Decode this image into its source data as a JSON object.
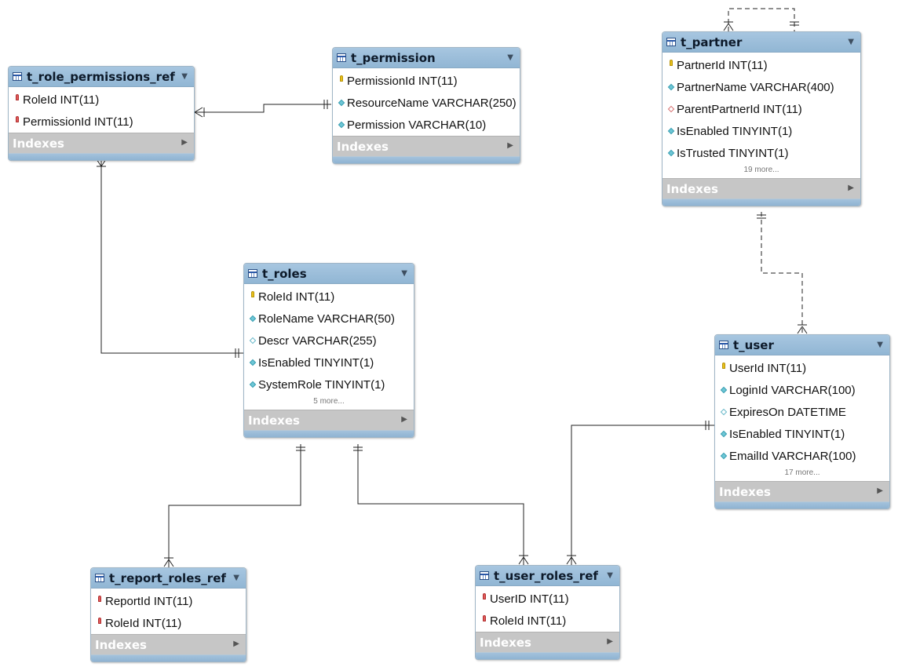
{
  "tables": {
    "t_role_permissions_ref": {
      "name": "t_role_permissions_ref",
      "columns": [
        "RoleId INT(11)",
        "PermissionId INT(11)"
      ],
      "indexes_label": "Indexes"
    },
    "t_permission": {
      "name": "t_permission",
      "columns": [
        "PermissionId INT(11)",
        "ResourceName VARCHAR(250)",
        "Permission VARCHAR(10)"
      ],
      "indexes_label": "Indexes"
    },
    "t_partner": {
      "name": "t_partner",
      "columns": [
        "PartnerId INT(11)",
        "PartnerName VARCHAR(400)",
        "ParentPartnerId INT(11)",
        "IsEnabled TINYINT(1)",
        "IsTrusted TINYINT(1)"
      ],
      "more": "19 more...",
      "indexes_label": "Indexes"
    },
    "t_roles": {
      "name": "t_roles",
      "columns": [
        "RoleId INT(11)",
        "RoleName VARCHAR(50)",
        "Descr VARCHAR(255)",
        "IsEnabled TINYINT(1)",
        "SystemRole TINYINT(1)"
      ],
      "more": "5 more...",
      "indexes_label": "Indexes"
    },
    "t_user": {
      "name": "t_user",
      "columns": [
        "UserId INT(11)",
        "LoginId VARCHAR(100)",
        "ExpiresOn DATETIME",
        "IsEnabled TINYINT(1)",
        "EmailId VARCHAR(100)"
      ],
      "more": "17 more...",
      "indexes_label": "Indexes"
    },
    "t_report_roles_ref": {
      "name": "t_report_roles_ref",
      "columns": [
        "ReportId INT(11)",
        "RoleId INT(11)"
      ],
      "indexes_label": "Indexes"
    },
    "t_user_roles_ref": {
      "name": "t_user_roles_ref",
      "columns": [
        "UserID INT(11)",
        "RoleId INT(11)"
      ],
      "indexes_label": "Indexes"
    }
  },
  "colors": {
    "header": "#98bcd9",
    "indexes_bar": "#c6c6c6",
    "connector": "#222222"
  }
}
